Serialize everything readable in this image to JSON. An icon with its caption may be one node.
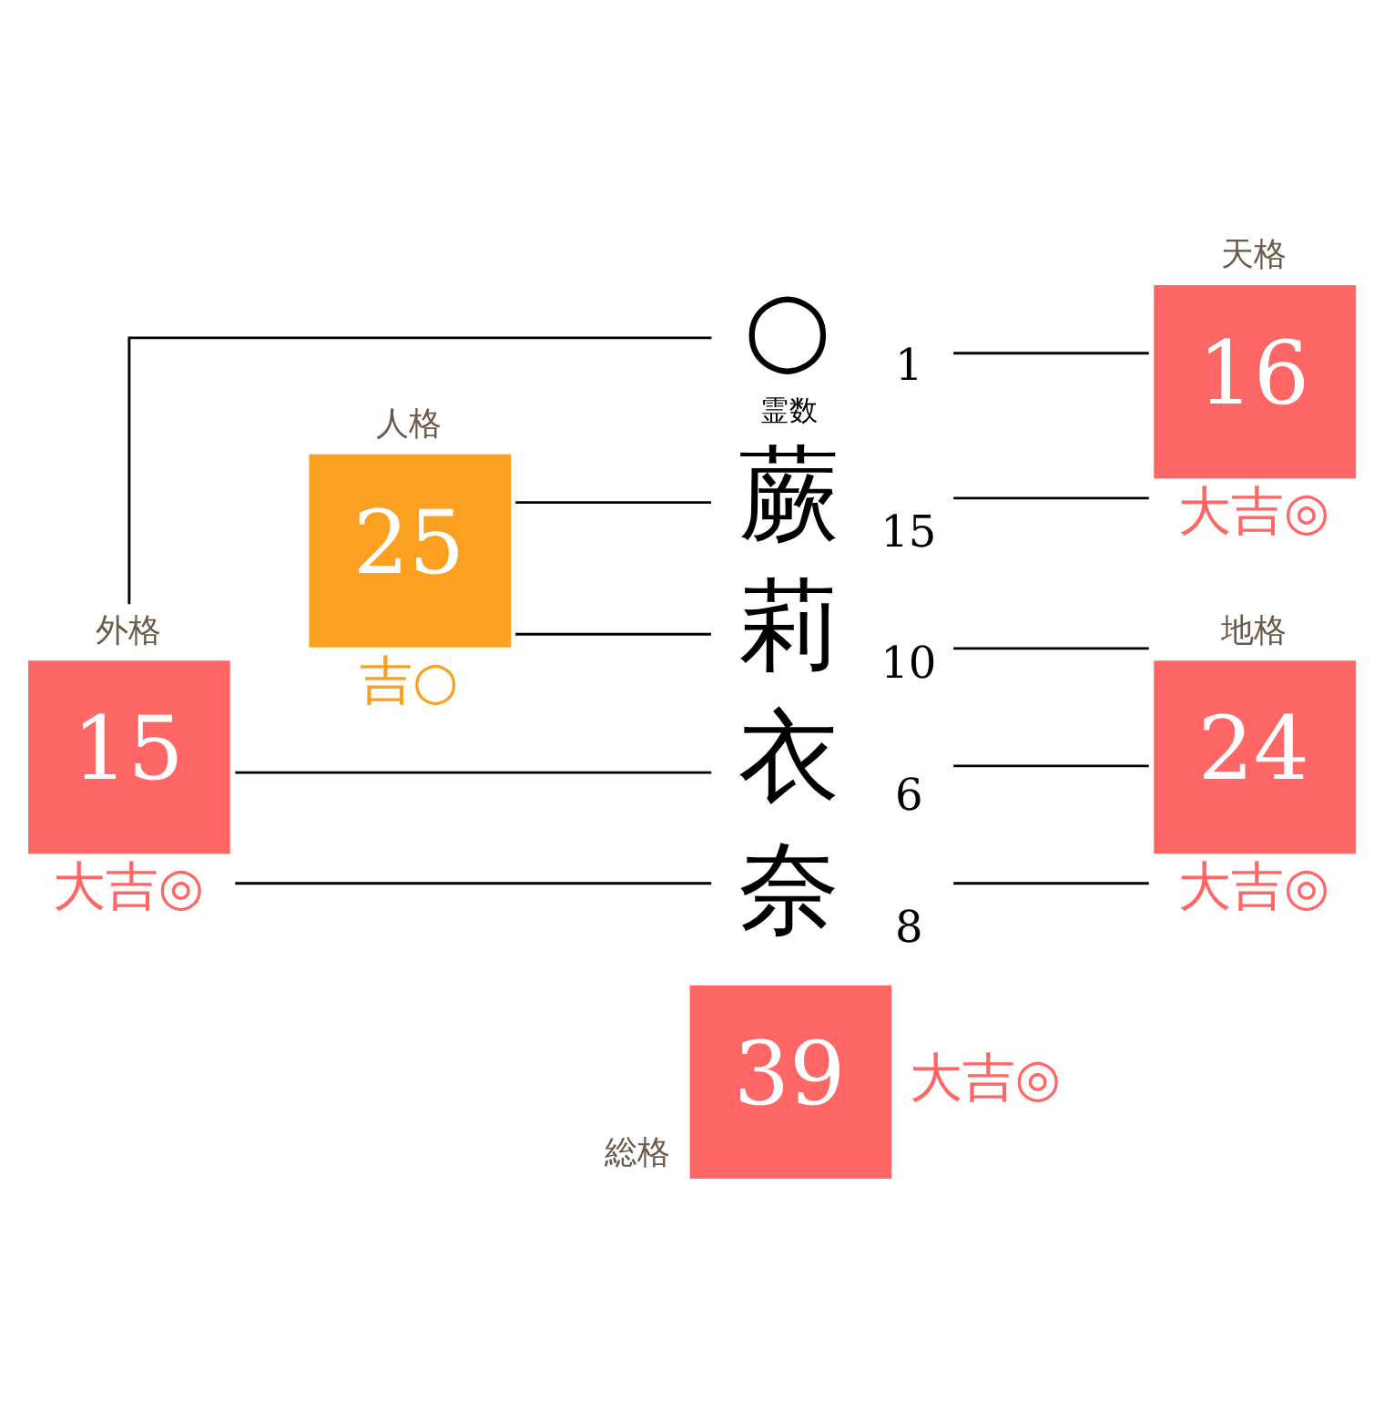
{
  "diagram": {
    "nodes": [
      {
        "text": [
          "外格",
          "15"
        ],
        "beside": [
          "大吉◎"
        ]
      },
      {
        "text": [
          "○"
        ],
        "beside": [
          "1",
          "霊数"
        ]
      },
      {
        "text": [
          "天格",
          "16"
        ],
        "beside": [
          "大吉◎"
        ]
      },
      {
        "text": [
          "蕨"
        ],
        "beside": [
          "15"
        ]
      },
      {
        "text": [
          "人格",
          "25"
        ],
        "beside": [
          "吉○"
        ]
      },
      {
        "text": [
          "莉"
        ],
        "beside": [
          "10"
        ]
      },
      {
        "text": [
          "地格",
          "24"
        ],
        "beside": [
          "大吉◎"
        ]
      },
      {
        "text": [
          "衣"
        ],
        "beside": [
          "6"
        ]
      },
      {
        "text": [
          "奈"
        ],
        "beside": [
          "8"
        ]
      },
      {
        "text": [
          "総格",
          "39"
        ],
        "beside": [
          "大吉◎"
        ]
      }
    ],
    "edges": [
      {
        "from": 0,
        "to": 1,
        "arrow": "none"
      },
      {
        "from": 0,
        "to": 7,
        "arrow": "none"
      },
      {
        "from": 0,
        "to": 8,
        "arrow": "none"
      },
      {
        "from": 1,
        "to": 2,
        "arrow": "none"
      },
      {
        "from": 3,
        "to": 2,
        "arrow": "none"
      },
      {
        "from": 4,
        "to": 3,
        "arrow": "none"
      },
      {
        "from": 4,
        "to": 5,
        "arrow": "none"
      },
      {
        "from": 5,
        "to": 6,
        "arrow": "none"
      },
      {
        "from": 7,
        "to": 6,
        "arrow": "none"
      },
      {
        "from": 8,
        "to": 6,
        "arrow": "none"
      }
    ]
  }
}
